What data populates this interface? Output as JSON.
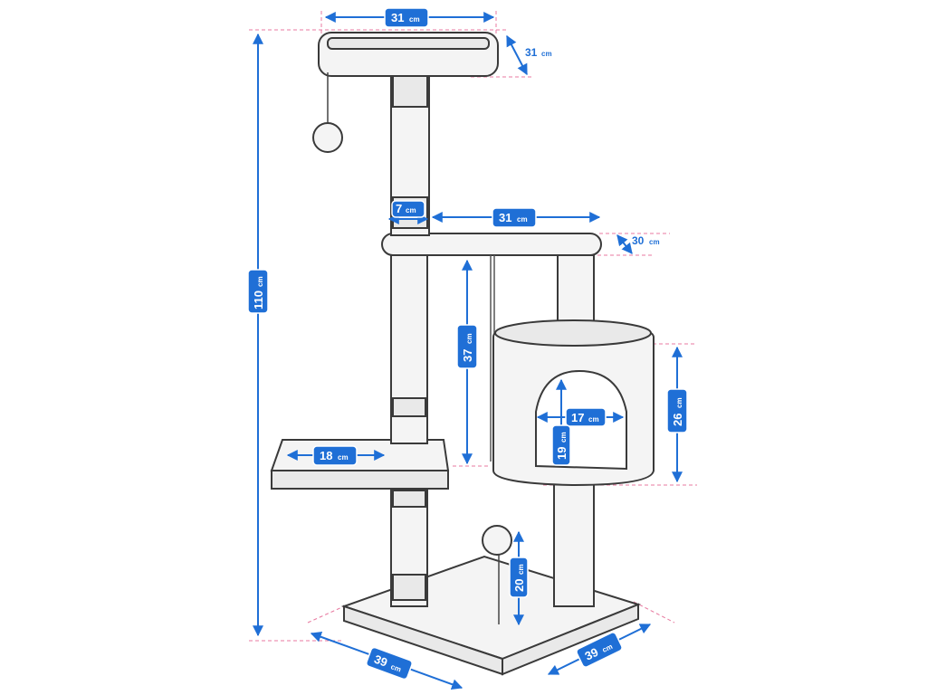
{
  "unit": "cm",
  "colors": {
    "dimension": "#1f6fd6",
    "guide": "#e87aa0",
    "outline": "#3a3a3a",
    "fill": "#f4f4f4"
  },
  "dimensions": {
    "total_height": "110",
    "top_width": "31",
    "top_depth": "31",
    "post_diameter": "7",
    "mid_width": "31",
    "mid_depth": "30",
    "drop_height": "37",
    "side_step_width": "18",
    "condo_height": "26",
    "hole_width": "17",
    "hole_height": "19",
    "toy_height": "20",
    "base_depth": "39",
    "base_width": "39"
  }
}
